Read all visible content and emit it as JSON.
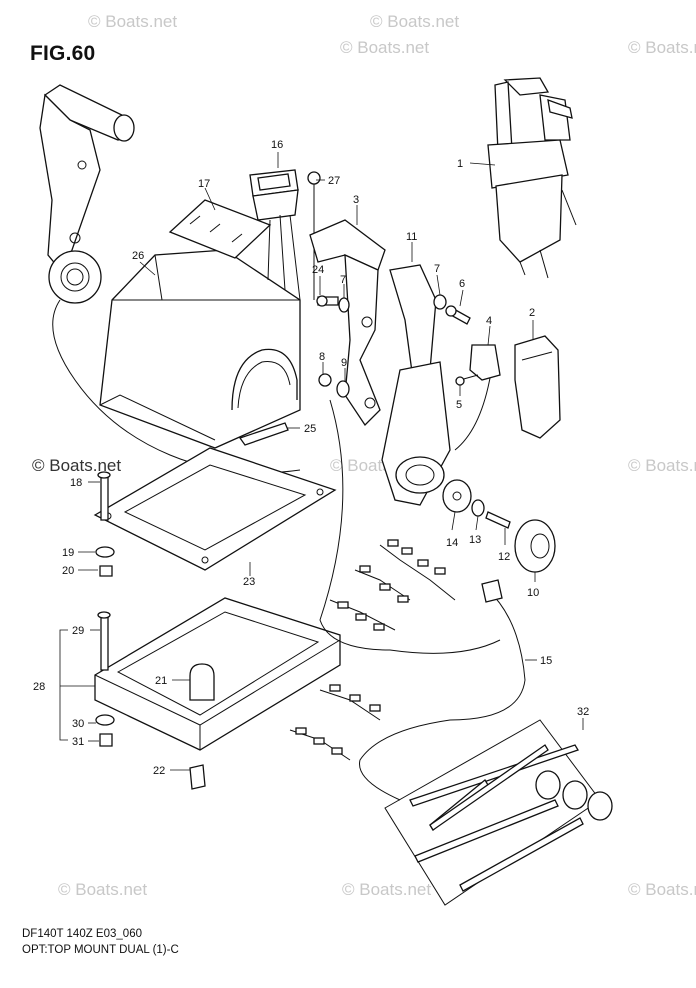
{
  "figure": {
    "title": "FIG.60",
    "footer_line1": "DF140T 140Z E03_060",
    "footer_line2": "OPT:TOP MOUNT DUAL (1)-C"
  },
  "watermark": {
    "text": "© Boats.net"
  },
  "callouts": [
    {
      "id": "1",
      "label": "1"
    },
    {
      "id": "2",
      "label": "2"
    },
    {
      "id": "3",
      "label": "3"
    },
    {
      "id": "4",
      "label": "4"
    },
    {
      "id": "5",
      "label": "5"
    },
    {
      "id": "6",
      "label": "6"
    },
    {
      "id": "7a",
      "label": "7"
    },
    {
      "id": "7b",
      "label": "7"
    },
    {
      "id": "8",
      "label": "8"
    },
    {
      "id": "9",
      "label": "9"
    },
    {
      "id": "10",
      "label": "10"
    },
    {
      "id": "11",
      "label": "11"
    },
    {
      "id": "12",
      "label": "12"
    },
    {
      "id": "13",
      "label": "13"
    },
    {
      "id": "14",
      "label": "14"
    },
    {
      "id": "15",
      "label": "15"
    },
    {
      "id": "16",
      "label": "16"
    },
    {
      "id": "17",
      "label": "17"
    },
    {
      "id": "18",
      "label": "18"
    },
    {
      "id": "19",
      "label": "19"
    },
    {
      "id": "20",
      "label": "20"
    },
    {
      "id": "21",
      "label": "21"
    },
    {
      "id": "22",
      "label": "22"
    },
    {
      "id": "23",
      "label": "23"
    },
    {
      "id": "24",
      "label": "24"
    },
    {
      "id": "25",
      "label": "25"
    },
    {
      "id": "26",
      "label": "26"
    },
    {
      "id": "27",
      "label": "27"
    },
    {
      "id": "28",
      "label": "28"
    },
    {
      "id": "29",
      "label": "29"
    },
    {
      "id": "30",
      "label": "30"
    },
    {
      "id": "31",
      "label": "31"
    },
    {
      "id": "32",
      "label": "32"
    }
  ]
}
